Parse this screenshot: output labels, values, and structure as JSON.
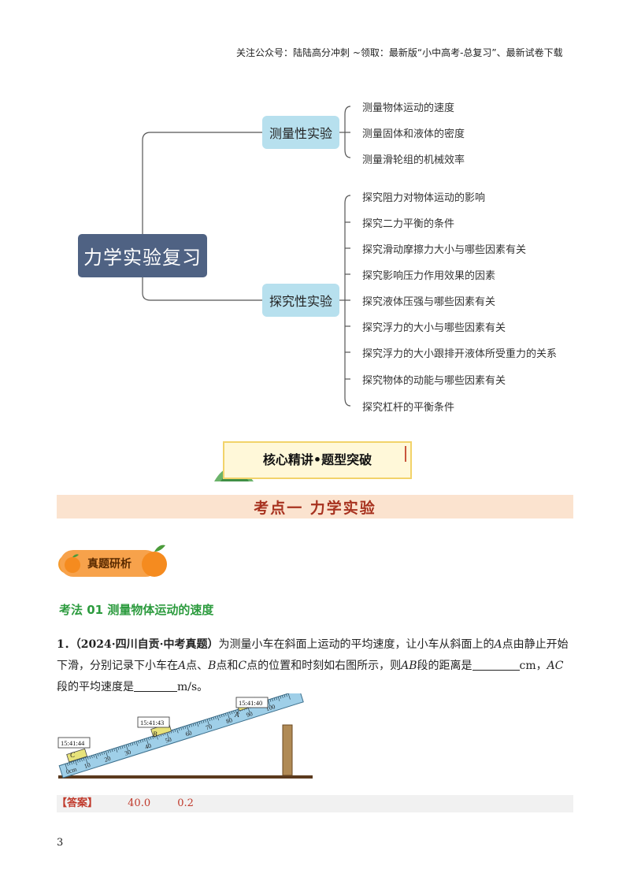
{
  "header": {
    "note": "关注公众号：陆陆高分冲刺 ~领取：最新版“小中高考-总复习”、最新试卷下载"
  },
  "mindmap": {
    "root": "力学实验复习",
    "branches": [
      {
        "label": "测量性实验",
        "items": [
          "测量物体运动的速度",
          "测量固体和液体的密度",
          "测量滑轮组的机械效率"
        ]
      },
      {
        "label": "探究性实验",
        "items": [
          "探究阻力对物体运动的影响",
          "探究二力平衡的条件",
          "探究滑动摩擦力大小与哪些因素有关",
          "探究影响压力作用效果的因素",
          "探究液体压强与哪些因素有关",
          "探究浮力的大小与哪些因素有关",
          "探究浮力的大小跟排开液体所受重力的关系",
          "探究物体的动能与哪些因素有关",
          "探究杠杆的平衡条件"
        ]
      }
    ]
  },
  "banner": {
    "title": "核心精讲•题型突破"
  },
  "section": {
    "title": "考点一 力学实验"
  },
  "pill": {
    "label": "真题研析"
  },
  "method": {
    "title": "考法 01 测量物体运动的速度"
  },
  "question": {
    "number": "1．",
    "source": "（2024·四川自贡·中考真题）",
    "text_1": "为测量小车在斜面上运动的平均速度，让小车从斜面上的",
    "a": "A",
    "text_2": "点由静止开始下滑，分别记录下小车在",
    "a2": "A",
    "text_3": "点、",
    "b": "B",
    "text_4": "点和",
    "c": "C",
    "text_5": "点的位置和时刻如右图所示，则",
    "ab": "AB",
    "text_6": "段的距离是",
    "unit_1": "cm，",
    "ac": "AC",
    "text_7": "段的平均速度是",
    "unit_2": "m/s。"
  },
  "figure": {
    "times": {
      "A": "15:41:40",
      "B": "15:41:43",
      "C": "15:41:44"
    },
    "labels": {
      "A": "A",
      "B": "B",
      "C": "C"
    },
    "ruler_labels": [
      "0cm",
      "10",
      "20",
      "30",
      "40",
      "50",
      "60",
      "70",
      "80",
      "90",
      "100"
    ]
  },
  "answer": {
    "label": "【答案】",
    "value_1": "40.0",
    "value_2": "0.2"
  },
  "page": {
    "number": "3"
  },
  "colors": {
    "root_box": "#4f6283",
    "branch_box": "#b7e0ee",
    "section_bg": "#fbe3cf",
    "section_text": "#a7321f",
    "method_text": "#2c9b3e",
    "pill": "#f7a24b",
    "answer_text": "#c0392b"
  }
}
